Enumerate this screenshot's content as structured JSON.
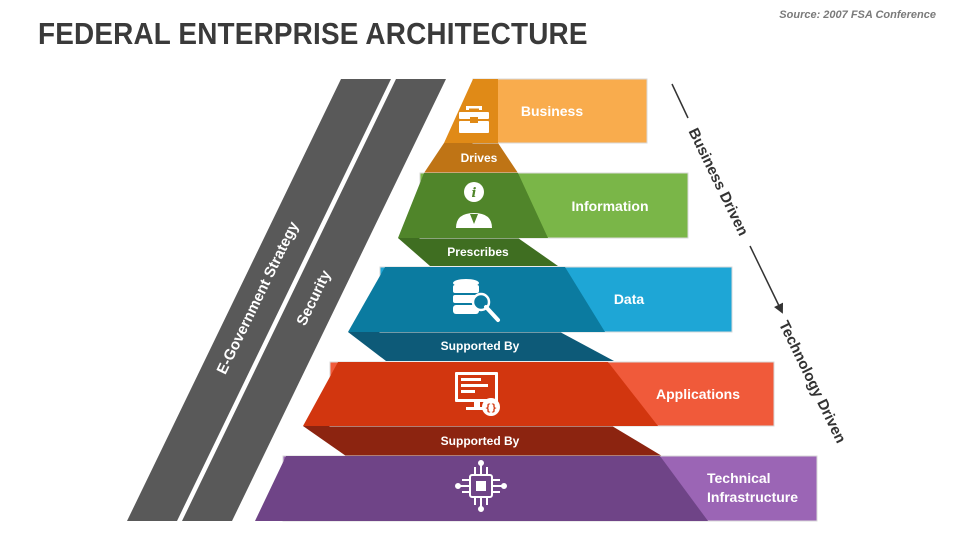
{
  "title": "FEDERAL ENTERPRISE ARCHITECTURE",
  "source": "Source: 2007 FSA Conference",
  "side_bars": {
    "egov": "E-Government Strategy",
    "security": "Security"
  },
  "layers": [
    {
      "label": "Business",
      "color": "#f9ac4d",
      "dark": "#e08a17",
      "icon": "briefcase-icon"
    },
    {
      "label": "Information",
      "color": "#7ab648",
      "dark": "#50852a",
      "icon": "info-person-icon"
    },
    {
      "label": "Data",
      "color": "#1ea6d6",
      "dark": "#0b7ba0",
      "icon": "database-search-icon"
    },
    {
      "label": "Applications",
      "color": "#f05a3a",
      "dark": "#d2360f",
      "icon": "monitor-code-icon"
    },
    {
      "label": "Technical",
      "label2": "Infrastructure",
      "color": "#9b65b5",
      "dark": "#6f4487",
      "icon": "chip-icon"
    }
  ],
  "connectors": [
    {
      "label": "Drives",
      "color": "#bf7415"
    },
    {
      "label": "Prescribes",
      "color": "#3f6e21"
    },
    {
      "label": "Supported By",
      "color": "#0d5a78"
    },
    {
      "label": "Supported By",
      "color": "#8c2410"
    }
  ],
  "flow": {
    "top": "Business Driven",
    "bottom": "Technology Driven"
  }
}
